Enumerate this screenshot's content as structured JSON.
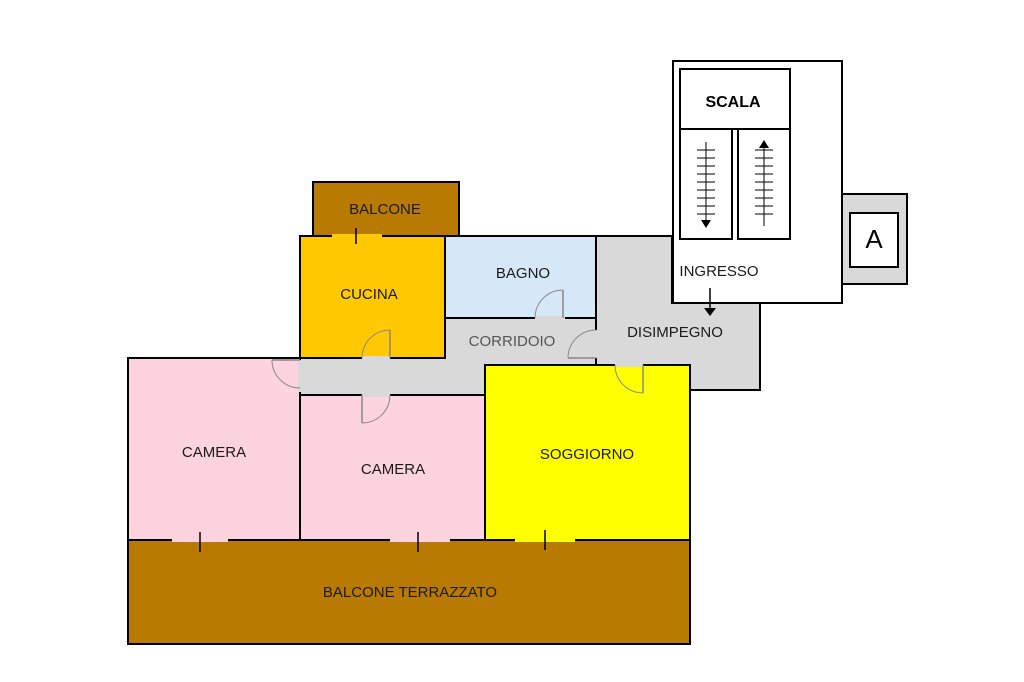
{
  "rooms": {
    "balcone": "BALCONE",
    "cucina": "CUCINA",
    "bagno": "BAGNO",
    "corridoio": "CORRIDOIO",
    "disimpegno": "DISIMPEGNO",
    "camera_1": "CAMERA",
    "camera_2": "CAMERA",
    "soggiorno": "SOGGIORNO",
    "balcone_terrazzato": "BALCONE TERRAZZATO",
    "ingresso": "INGRESSO",
    "scala": "SCALA",
    "ascensore": "A"
  },
  "colors": {
    "balcone": "#b87a00",
    "cucina": "#ffc800",
    "bagno": "#d6e8f8",
    "corridor": "#d9d9d9",
    "camera": "#fcd3de",
    "soggiorno": "#ffff00",
    "stair_block": "#ffffff",
    "lift_frame": "#d9d9d9"
  }
}
